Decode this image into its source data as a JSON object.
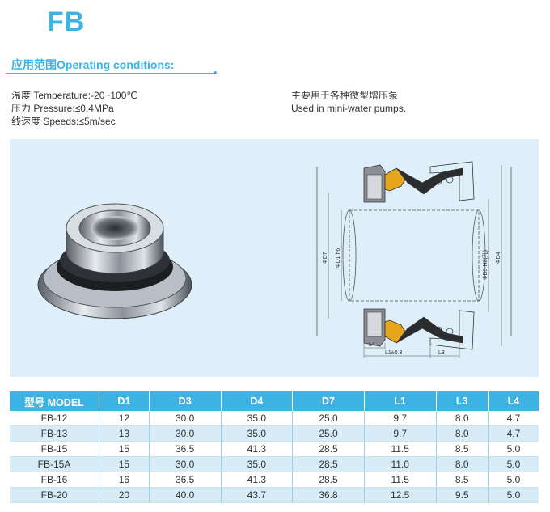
{
  "title": "FB",
  "section_heading": "应用范围Operating conditions:",
  "conditions": {
    "temperature": "温度 Temperature:-20~100℃",
    "pressure": "压力 Pressure:≤0.4MPa",
    "speed": "线速度 Speeds:≤5m/sec"
  },
  "application": {
    "cn": "主要用于各种微型增压泵",
    "en": "Used in mini-water pumps."
  },
  "drawing_labels": {
    "d7": "ΦD7",
    "d1": "ΦD1 h6",
    "d3": "ΦD3 H8(孔)",
    "d4": "ΦD4",
    "l4": "L4",
    "l1": "L1±0.3",
    "l3": "L3"
  },
  "table": {
    "headers": [
      "型号 MODEL",
      "D1",
      "D3",
      "D4",
      "D7",
      "L1",
      "L3",
      "L4"
    ],
    "rows": [
      [
        "FB-12",
        "12",
        "30.0",
        "35.0",
        "25.0",
        "9.7",
        "8.0",
        "4.7"
      ],
      [
        "FB-13",
        "13",
        "30.0",
        "35.0",
        "25.0",
        "9.7",
        "8.0",
        "4.7"
      ],
      [
        "FB-15",
        "15",
        "36.5",
        "41.3",
        "28.5",
        "11.5",
        "8.5",
        "5.0"
      ],
      [
        "FB-15A",
        "15",
        "30.0",
        "35.0",
        "28.5",
        "11.0",
        "8.0",
        "5.0"
      ],
      [
        "FB-16",
        "16",
        "36.5",
        "41.3",
        "28.5",
        "11.5",
        "8.5",
        "5.0"
      ],
      [
        "FB-20",
        "20",
        "40.0",
        "43.7",
        "36.8",
        "12.5",
        "9.5",
        "5.0"
      ]
    ]
  },
  "colors": {
    "accent": "#3db3e3",
    "panel": "#deeff9",
    "row_alt": "#d7ecf7",
    "seal_orange": "#e7a51c"
  }
}
